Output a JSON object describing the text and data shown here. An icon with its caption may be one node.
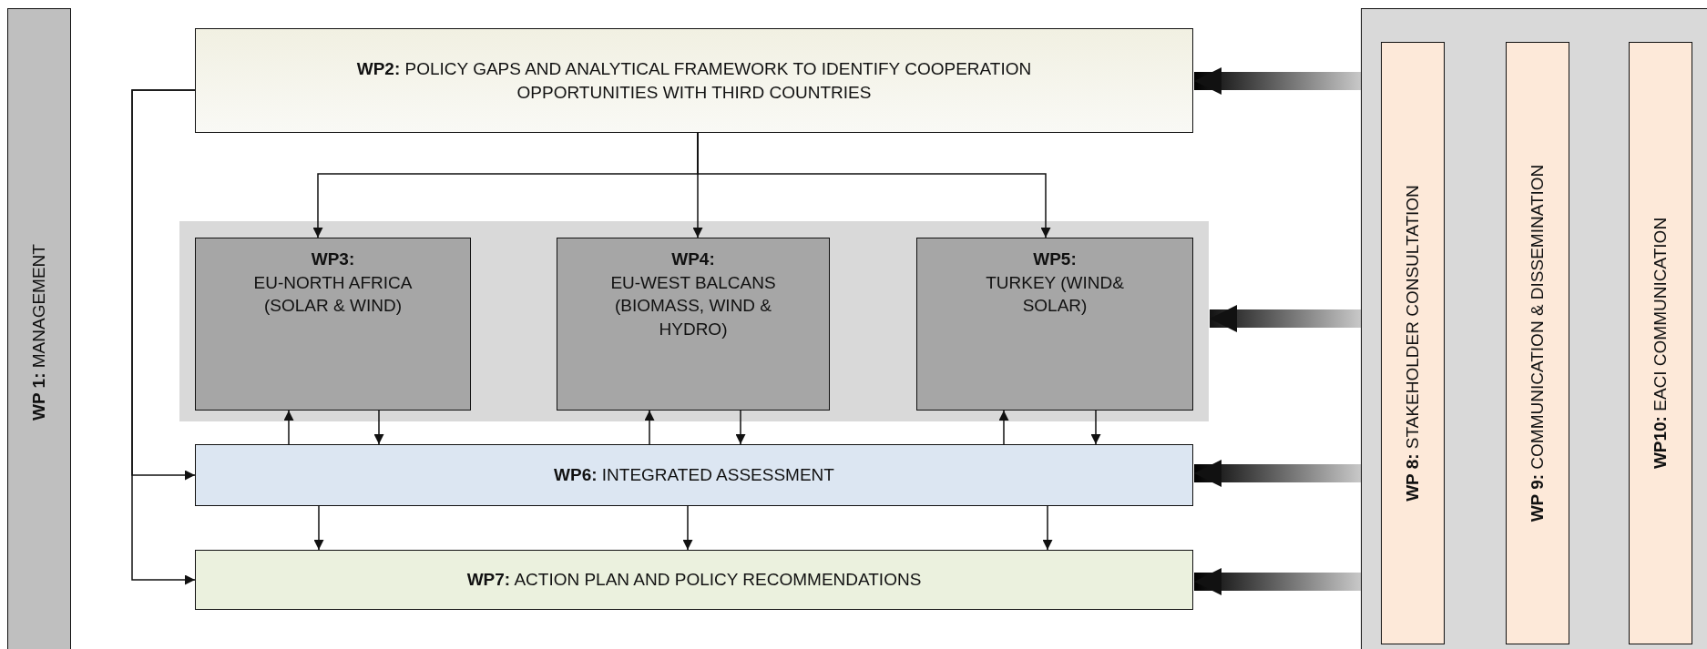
{
  "diagram": {
    "nodes": [
      {
        "text": [
          "**WP 1:** MANAGEMENT"
        ]
      },
      {
        "text": [
          "**WP2:** POLICY GAPS AND ANALYTICAL FRAMEWORK TO IDENTIFY COOPERATION OPPORTUNITIES WITH THIRD COUNTRIES"
        ]
      },
      {
        "text": [],
        "shape": "box"
      },
      {
        "text": [
          "WP3:",
          "EU-NORTH AFRICA (SOLAR & WIND)"
        ],
        "in": 2
      },
      {
        "text": [
          "WP4:",
          "EU-WEST BALCANS (BIOMASS, WIND & HYDRO)"
        ],
        "in": 2
      },
      {
        "text": [
          "WP5:",
          "TURKEY (WIND& SOLAR)"
        ],
        "in": 2
      },
      {
        "text": [
          "**WP6:** INTEGRATED ASSESSMENT"
        ]
      },
      {
        "text": [
          "**WP7:** ACTION PLAN AND POLICY RECOMMENDATIONS"
        ]
      },
      {
        "text": [],
        "shape": "box"
      },
      {
        "text": [
          "**WP 8:** STAKEHOLDER CONSULTATION"
        ],
        "in": 8
      },
      {
        "text": [
          "**WP 9:** COMMUNICATION & DISSEMINATION"
        ],
        "in": 8
      },
      {
        "text": [
          "**WP10:** EACI COMMUNICATION"
        ],
        "in": 8
      }
    ],
    "edges": [
      {
        "from": 1,
        "to": 3,
        "arrow": "to"
      },
      {
        "from": 1,
        "to": 4,
        "arrow": "to"
      },
      {
        "from": 1,
        "to": 5,
        "arrow": "to"
      },
      {
        "from": 6,
        "to": 3,
        "arrow": "to"
      },
      {
        "from": 3,
        "to": 6,
        "arrow": "to"
      },
      {
        "from": 6,
        "to": 4,
        "arrow": "to"
      },
      {
        "from": 4,
        "to": 6,
        "arrow": "to"
      },
      {
        "from": 6,
        "to": 5,
        "arrow": "to"
      },
      {
        "from": 5,
        "to": 6,
        "arrow": "to"
      },
      {
        "from": 6,
        "to": 7,
        "arrow": "to"
      },
      {
        "from": 6,
        "to": 7,
        "arrow": "to"
      },
      {
        "from": 6,
        "to": 7,
        "arrow": "to"
      },
      {
        "from": 1,
        "to": 6,
        "arrow": "to"
      },
      {
        "from": 1,
        "to": 7,
        "arrow": "to"
      },
      {
        "from": 8,
        "to": 1,
        "arrow": "to",
        "style": "thick"
      },
      {
        "from": 8,
        "to": 2,
        "arrow": "to",
        "style": "thick"
      },
      {
        "from": 8,
        "to": 6,
        "arrow": "to",
        "style": "thick"
      },
      {
        "from": 8,
        "to": 7,
        "arrow": "to",
        "style": "thick"
      }
    ]
  }
}
